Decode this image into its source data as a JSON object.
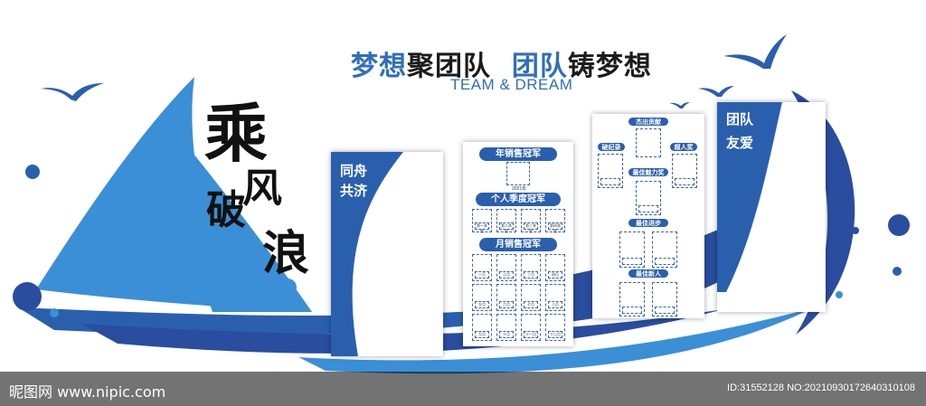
{
  "title": {
    "part1": "梦想",
    "part2": "聚团队",
    "part3": "团队",
    "part4": "铸梦想",
    "subtitle": "TEAM & DREAM"
  },
  "brush_text": [
    "乘",
    "风",
    "破",
    "浪"
  ],
  "panel1": {
    "line1": "同舟",
    "line2": "共济"
  },
  "panel2": {
    "header1": "年销售冠军",
    "year": "2021年",
    "header2": "个人季度冠军",
    "quarter_caps": [
      "第一季度",
      "第二季度",
      "第三季度",
      "第四季度"
    ],
    "header3": "月销售冠军",
    "month_caps": [
      "一月",
      "二月",
      "三月",
      "四月",
      "五月",
      "六月",
      "七月",
      "八月",
      "九月",
      "十月",
      "十一月",
      "十二月"
    ]
  },
  "panel3": {
    "header_top": "杰出贡献",
    "label_left": "破纪录",
    "label_right": "超人奖",
    "header_charm": "最佳魅力奖",
    "header_progress": "最佳进步",
    "header_newcomer": "最佳新人"
  },
  "panel4": {
    "line1": "团队",
    "line2": "友爱"
  },
  "watermark": {
    "left": "昵图网 www.nipic.com",
    "right": "ID:31552128 NO:20210930172640310108"
  },
  "colors": {
    "primary": "#2e6fb8",
    "light": "#3b8fd6",
    "dark": "#2a4da0"
  },
  "icons": [
    "seagull-icon",
    "sailboat-graphic",
    "bubble-circle"
  ]
}
